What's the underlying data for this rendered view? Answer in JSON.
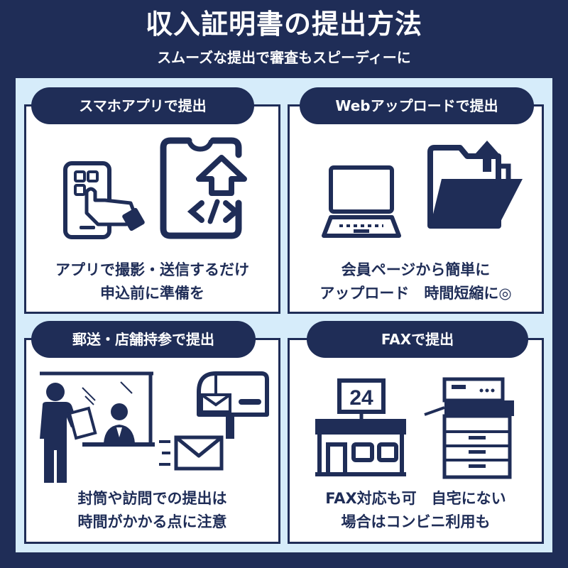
{
  "header": {
    "title": "収入証明書の提出方法",
    "subtitle": "スムーズな提出で審査もスピーディーに"
  },
  "colors": {
    "navy": "#1f2d57",
    "panel": "#d6ecfa",
    "card": "#ffffff"
  },
  "methods": [
    {
      "label": "スマホアプリで提出",
      "line1": "アプリで撮影・送信するだけ",
      "line2": "申込前に準備を",
      "icons": [
        "smartphone-tap-icon",
        "phone-upload-code-icon"
      ]
    },
    {
      "label": "Webアップロードで提出",
      "line1": "会員ページから簡単に",
      "line2": "アップロード　時間短縮に◎",
      "icons": [
        "laptop-icon",
        "folder-upload-icon"
      ]
    },
    {
      "label": "郵送・店舗持参で提出",
      "line1": "封筒や訪問での提出は",
      "line2": "時間がかかる点に注意",
      "icons": [
        "store-counter-icon",
        "mailbox-icon",
        "envelope-icon"
      ]
    },
    {
      "label": "FAXで提出",
      "line1": "FAX対応も可　自宅にない",
      "line2": "場合はコンビニ利用も",
      "icons": [
        "convenience-store-24-icon",
        "fax-copier-icon"
      ],
      "store_sign": "24"
    }
  ]
}
